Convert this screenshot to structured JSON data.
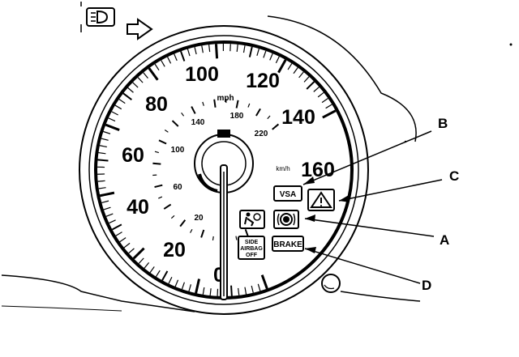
{
  "speedometer": {
    "mph_unit": "mph",
    "kmh_unit": "km/h",
    "mph_labels": [
      "0",
      "20",
      "40",
      "60",
      "80",
      "100",
      "120",
      "140",
      "160"
    ],
    "kmh_labels": [
      "20",
      "60",
      "100",
      "140",
      "180",
      "220"
    ],
    "needle_reading_mph": 0
  },
  "indicators": {
    "vsa": "VSA",
    "brake": "BRAKE",
    "side_airbag": [
      "SIDE",
      "AIRBAG",
      "OFF"
    ],
    "icons": [
      "headlight-indicator-icon",
      "turn-signal-arrow-icon",
      "airbag-icon",
      "parking-brake-icon",
      "warning-triangle-icon"
    ]
  },
  "callouts": {
    "a": "A",
    "b": "B",
    "c": "C",
    "d": "D"
  }
}
